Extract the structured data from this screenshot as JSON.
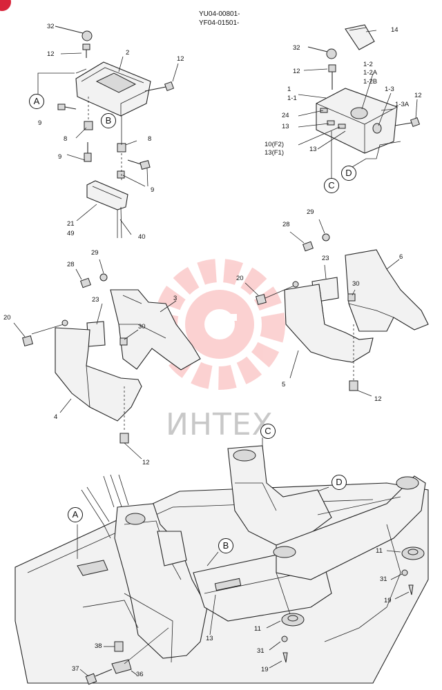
{
  "doc_codes": [
    "YU04-00801-",
    "YF04-01501-"
  ],
  "watermark": "ИНТЕХ",
  "part_labels": [
    {
      "id": "l32a",
      "text": "32"
    },
    {
      "id": "l12a",
      "text": "12"
    },
    {
      "id": "l2",
      "text": "2"
    },
    {
      "id": "l12b",
      "text": "12"
    },
    {
      "id": "l9a",
      "text": "9"
    },
    {
      "id": "l8a",
      "text": "8"
    },
    {
      "id": "l9b",
      "text": "9"
    },
    {
      "id": "l8b",
      "text": "8"
    },
    {
      "id": "l9c",
      "text": "9"
    },
    {
      "id": "l21",
      "text": "21"
    },
    {
      "id": "l49",
      "text": "49"
    },
    {
      "id": "l40",
      "text": "40"
    },
    {
      "id": "l14",
      "text": "14"
    },
    {
      "id": "l32b",
      "text": "32"
    },
    {
      "id": "l12c",
      "text": "12"
    },
    {
      "id": "l1-2",
      "text": "1-2"
    },
    {
      "id": "l1-2A",
      "text": "1-2A"
    },
    {
      "id": "l1-2B",
      "text": "1-2B"
    },
    {
      "id": "l1",
      "text": "1"
    },
    {
      "id": "l1-1",
      "text": "1-1"
    },
    {
      "id": "l1-3",
      "text": "1-3"
    },
    {
      "id": "l12d",
      "text": "12"
    },
    {
      "id": "l1-3A",
      "text": "1-3A"
    },
    {
      "id": "l24",
      "text": "24"
    },
    {
      "id": "l13a",
      "text": "13"
    },
    {
      "id": "l10",
      "text": "10(F2)"
    },
    {
      "id": "l13F1",
      "text": "13(F1)"
    },
    {
      "id": "l13b",
      "text": "13"
    },
    {
      "id": "l29a",
      "text": "29"
    },
    {
      "id": "l28a",
      "text": "28"
    },
    {
      "id": "l23a",
      "text": "23"
    },
    {
      "id": "l6",
      "text": "6"
    },
    {
      "id": "l20a",
      "text": "20"
    },
    {
      "id": "l30a",
      "text": "30"
    },
    {
      "id": "l5",
      "text": "5"
    },
    {
      "id": "l12e",
      "text": "12"
    },
    {
      "id": "l29b",
      "text": "29"
    },
    {
      "id": "l28b",
      "text": "28"
    },
    {
      "id": "l23b",
      "text": "23"
    },
    {
      "id": "l3",
      "text": "3"
    },
    {
      "id": "l20b",
      "text": "20"
    },
    {
      "id": "l30b",
      "text": "30"
    },
    {
      "id": "l4",
      "text": "4"
    },
    {
      "id": "l12f",
      "text": "12"
    },
    {
      "id": "l11a",
      "text": "11"
    },
    {
      "id": "l31a",
      "text": "31"
    },
    {
      "id": "l19a",
      "text": "19"
    },
    {
      "id": "l11b",
      "text": "11"
    },
    {
      "id": "l31b",
      "text": "31"
    },
    {
      "id": "l19b",
      "text": "19"
    },
    {
      "id": "l13c",
      "text": "13"
    },
    {
      "id": "l38",
      "text": "38"
    },
    {
      "id": "l37",
      "text": "37"
    },
    {
      "id": "l36",
      "text": "36"
    }
  ],
  "callouts": [
    {
      "id": "cA1",
      "text": "A"
    },
    {
      "id": "cB1",
      "text": "B"
    },
    {
      "id": "cC1",
      "text": "C"
    },
    {
      "id": "cD1",
      "text": "D"
    },
    {
      "id": "cC2",
      "text": "C"
    },
    {
      "id": "cD2",
      "text": "D"
    },
    {
      "id": "cA2",
      "text": "A"
    },
    {
      "id": "cB2",
      "text": "B"
    }
  ]
}
